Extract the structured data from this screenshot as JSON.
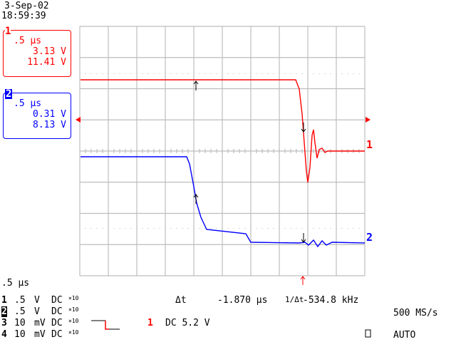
{
  "header": {
    "date": "3-Sep-02",
    "time": "18:59:39"
  },
  "channel_boxes": [
    {
      "channel": "1",
      "timebase": ".5 µs",
      "value1": "3.13 V",
      "value2": "11.41 V",
      "color": "#ff0000"
    },
    {
      "channel": "2",
      "timebase": ".5 µs",
      "value1": "0.31 V",
      "value2": "8.13 V",
      "color": "#0000ff"
    }
  ],
  "trace_labels": {
    "ch1": "1",
    "ch2": "2"
  },
  "timebase": ".5 µs",
  "channels": [
    {
      "num": "1",
      "scale": ".5",
      "unit": "V",
      "coupling": "DC",
      "probe": "×10"
    },
    {
      "num": "2",
      "scale": ".5",
      "unit": "V",
      "coupling": "DC",
      "probe": "×10"
    },
    {
      "num": "3",
      "scale": "10",
      "unit": "mV",
      "coupling": "DC",
      "probe": "×10"
    },
    {
      "num": "4",
      "scale": "10",
      "unit": "mV",
      "coupling": "DC",
      "probe": "×10"
    }
  ],
  "measurement": {
    "dt_label": "Δt",
    "dt_value": "-1.870 µs",
    "inv_label": "1/Δt",
    "inv_value": "-534.8 kHz"
  },
  "trigger": {
    "source": "1",
    "coupling_level": "DC 5.2 V",
    "mode": "AUTO"
  },
  "sample_rate": "500 MS/s",
  "colors": {
    "ch1": "#ff0000",
    "ch2": "#0000ff",
    "grid": "#bdbdbd"
  }
}
